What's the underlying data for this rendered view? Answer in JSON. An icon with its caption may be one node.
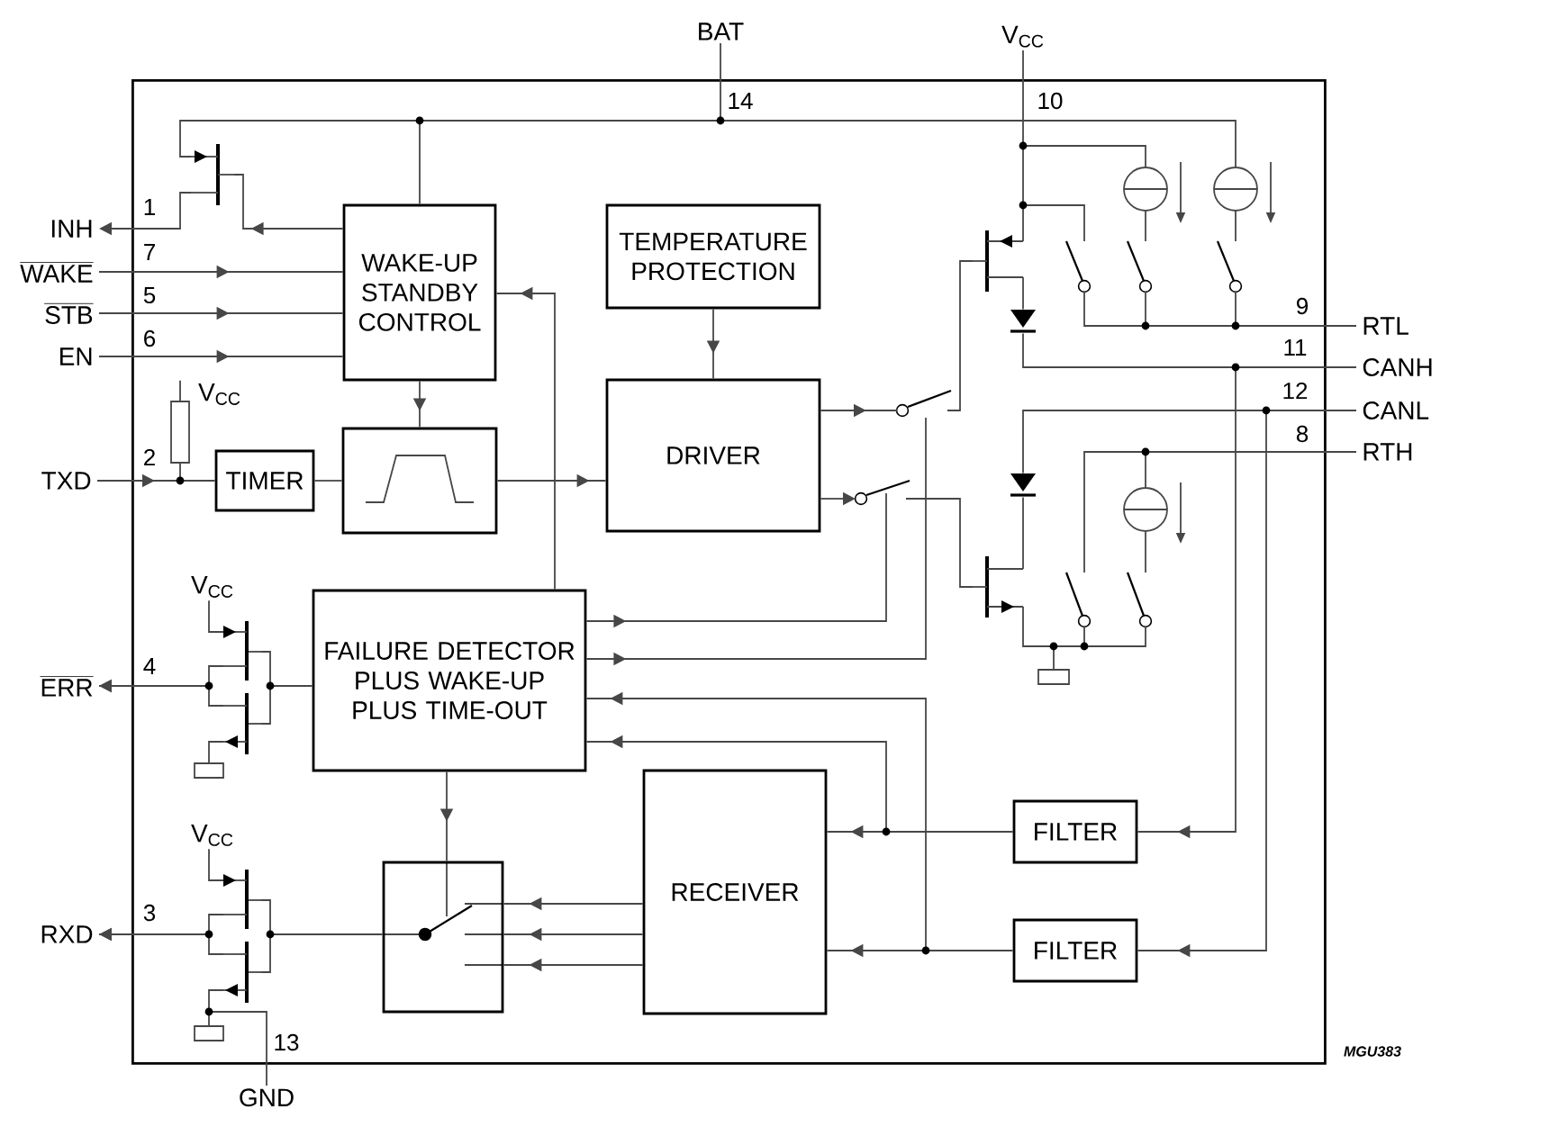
{
  "diagram": {
    "nodes": [
      {
        "text": [
          "BAT"
        ]
      },
      {
        "text": [
          "V$_{CC}$"
        ]
      },
      {
        "text": [],
        "shape": "box"
      },
      {
        "text": [
          "WAKE-UP STANDBY CONTROL"
        ],
        "in": 2
      },
      {
        "text": [
          "TEMPERATURE PROTECTION"
        ],
        "in": 2
      },
      {
        "text": [
          "INH"
        ]
      },
      {
        "text": [
          "WAKE"
        ]
      },
      {
        "text": [
          "STB"
        ]
      },
      {
        "text": [
          "EN"
        ]
      },
      {
        "text": [
          "RTL"
        ]
      },
      {
        "text": [
          "CANH"
        ]
      },
      {
        "text": [
          "CANL"
        ]
      },
      {
        "text": [
          "RTH"
        ]
      },
      {
        "text": [
          "TXD"
        ]
      },
      {
        "text": [
          "TIMER"
        ],
        "in": 2
      },
      {
        "text": [],
        "shape": "box",
        "in": 2
      },
      {
        "text": [
          "DRIVER"
        ],
        "in": 2
      },
      {
        "text": [
          "FAILURE DETECTOR PLUS WAKE-UP PLUS TIME-OUT"
        ],
        "in": 2
      },
      {
        "text": [
          "ERR"
        ]
      },
      {
        "text": [
          "RECEIVER"
        ],
        "in": 2
      },
      {
        "text": [
          "FILTER"
        ],
        "in": 2
      },
      {
        "text": [],
        "shape": "box",
        "in": 2
      },
      {
        "text": [
          "RXD"
        ]
      },
      {
        "text": [
          "FILTER"
        ],
        "in": 2
      },
      {
        "text": [
          "GND"
        ]
      },
      {
        "text": [
          "V$_{CC}$"
        ],
        "in": 2
      },
      {
        "text": [
          "V$_{CC}$"
        ],
        "in": 2
      },
      {
        "text": [
          "V$_{CC}$"
        ],
        "in": 2
      },
      {
        "text": [],
        "shape": "transistor",
        "in": 2
      },
      {
        "text": [],
        "shape": "transistor",
        "in": 2
      },
      {
        "text": [],
        "shape": "circle",
        "in": 2
      },
      {
        "text": [],
        "shape": "circle",
        "in": 2
      },
      {
        "text": [],
        "shape": "switch",
        "in": 2
      },
      {
        "text": [],
        "shape": "switch",
        "in": 2
      },
      {
        "text": [],
        "shape": "switch",
        "in": 2
      },
      {
        "text": [],
        "shape": "diode",
        "in": 2
      },
      {
        "text": [],
        "shape": "switch",
        "in": 2
      },
      {
        "text": [],
        "shape": "switch",
        "in": 2
      },
      {
        "text": [],
        "shape": "diode",
        "in": 2
      },
      {
        "text": [],
        "shape": "transistor",
        "in": 2
      },
      {
        "text": [],
        "shape": "circle",
        "in": 2
      },
      {
        "text": [],
        "shape": "switch",
        "in": 2
      },
      {
        "text": [],
        "shape": "switch",
        "in": 2
      },
      {
        "text": [],
        "shape": "ground",
        "in": 2
      },
      {
        "text": [],
        "shape": "resistor",
        "in": 2
      },
      {
        "text": [],
        "shape": "transistor",
        "in": 2
      },
      {
        "text": [],
        "shape": "transistor",
        "in": 2
      },
      {
        "text": [],
        "shape": "ground",
        "in": 2
      },
      {
        "text": [],
        "shape": "transistor",
        "in": 2
      },
      {
        "text": [],
        "shape": "transistor",
        "in": 2
      },
      {
        "text": [],
        "shape": "ground",
        "in": 2
      }
    ],
    "edges": [
      {
        "from": 0,
        "to": 3,
        "arrow": "none"
      },
      {
        "from": 0,
        "to": 28,
        "arrow": "none"
      },
      {
        "from": 0,
        "to": 31,
        "arrow": "none"
      },
      {
        "from": 1,
        "to": 29,
        "arrow": "none"
      },
      {
        "from": 1,
        "to": 30,
        "arrow": "none"
      },
      {
        "from": 1,
        "to": 32,
        "arrow": "none"
      },
      {
        "from": 6,
        "to": 3,
        "arrow": "to"
      },
      {
        "from": 7,
        "to": 3,
        "arrow": "to"
      },
      {
        "from": 8,
        "to": 3,
        "arrow": "to"
      },
      {
        "from": 3,
        "to": 28,
        "arrow": "to"
      },
      {
        "from": 28,
        "to": 5,
        "arrow": "to"
      },
      {
        "from": 4,
        "to": 16,
        "arrow": "to"
      },
      {
        "from": 13,
        "to": 14,
        "arrow": "to"
      },
      {
        "from": 14,
        "to": 15,
        "arrow": "none"
      },
      {
        "from": 3,
        "to": 15,
        "arrow": "to"
      },
      {
        "from": 15,
        "to": 16,
        "arrow": "to"
      },
      {
        "from": 16,
        "to": 36,
        "arrow": "to"
      },
      {
        "from": 16,
        "to": 37,
        "arrow": "to"
      },
      {
        "from": 17,
        "to": 3,
        "arrow": "to"
      },
      {
        "from": 17,
        "to": 37,
        "arrow": "to"
      },
      {
        "from": 17,
        "to": 36,
        "arrow": "to"
      },
      {
        "from": 20,
        "to": 17,
        "arrow": "to"
      },
      {
        "from": 23,
        "to": 17,
        "arrow": "to"
      },
      {
        "from": 20,
        "to": 19,
        "arrow": "to"
      },
      {
        "from": 23,
        "to": 19,
        "arrow": "to"
      },
      {
        "from": 10,
        "to": 20,
        "arrow": "to"
      },
      {
        "from": 11,
        "to": 23,
        "arrow": "to"
      },
      {
        "from": 36,
        "to": 29,
        "arrow": "none"
      },
      {
        "from": 37,
        "to": 39,
        "arrow": "none"
      },
      {
        "from": 30,
        "to": 33,
        "arrow": "none"
      },
      {
        "from": 31,
        "to": 34,
        "arrow": "none"
      },
      {
        "from": 29,
        "to": 35,
        "arrow": "none"
      },
      {
        "from": 35,
        "to": 10,
        "arrow": "none"
      },
      {
        "from": 9,
        "to": 32,
        "arrow": "none"
      },
      {
        "from": 9,
        "to": 33,
        "arrow": "none"
      },
      {
        "from": 9,
        "to": 34,
        "arrow": "none"
      },
      {
        "from": 11,
        "to": 38,
        "arrow": "none"
      },
      {
        "from": 38,
        "to": 39,
        "arrow": "none"
      },
      {
        "from": 39,
        "to": 43,
        "arrow": "none"
      },
      {
        "from": 41,
        "to": 43,
        "arrow": "none"
      },
      {
        "from": 42,
        "to": 43,
        "arrow": "none"
      },
      {
        "from": 12,
        "to": 41,
        "arrow": "none"
      },
      {
        "from": 12,
        "to": 40,
        "arrow": "none"
      },
      {
        "from": 40,
        "to": 42,
        "arrow": "none"
      },
      {
        "from": 19,
        "to": 21,
        "arrow": "to"
      },
      {
        "from": 19,
        "to": 21,
        "arrow": "to"
      },
      {
        "from": 19,
        "to": 21,
        "arrow": "to"
      },
      {
        "from": 17,
        "to": 21,
        "arrow": "to"
      },
      {
        "from": 25,
        "to": 44,
        "arrow": "none"
      },
      {
        "from": 44,
        "to": 14,
        "arrow": "none"
      },
      {
        "from": 26,
        "to": 45,
        "arrow": "none"
      },
      {
        "from": 45,
        "to": 18,
        "arrow": "to"
      },
      {
        "from": 46,
        "to": 18,
        "arrow": "to"
      },
      {
        "from": 17,
        "to": 45,
        "arrow": "none"
      },
      {
        "from": 17,
        "to": 46,
        "arrow": "none"
      },
      {
        "from": 46,
        "to": 47,
        "arrow": "none"
      },
      {
        "from": 27,
        "to": 48,
        "arrow": "none"
      },
      {
        "from": 48,
        "to": 22,
        "arrow": "to"
      },
      {
        "from": 49,
        "to": 22,
        "arrow": "to"
      },
      {
        "from": 21,
        "to": 48,
        "arrow": "none"
      },
      {
        "from": 21,
        "to": 49,
        "arrow": "none"
      },
      {
        "from": 49,
        "to": 50,
        "arrow": "none"
      },
      {
        "from": 24,
        "to": 50,
        "arrow": "none"
      }
    ],
    "labels": [
      "14",
      "10",
      "1",
      "7",
      "5",
      "9",
      "6",
      "11",
      "12",
      "8",
      "2",
      "4",
      "3",
      "13",
      "MGU383"
    ]
  }
}
